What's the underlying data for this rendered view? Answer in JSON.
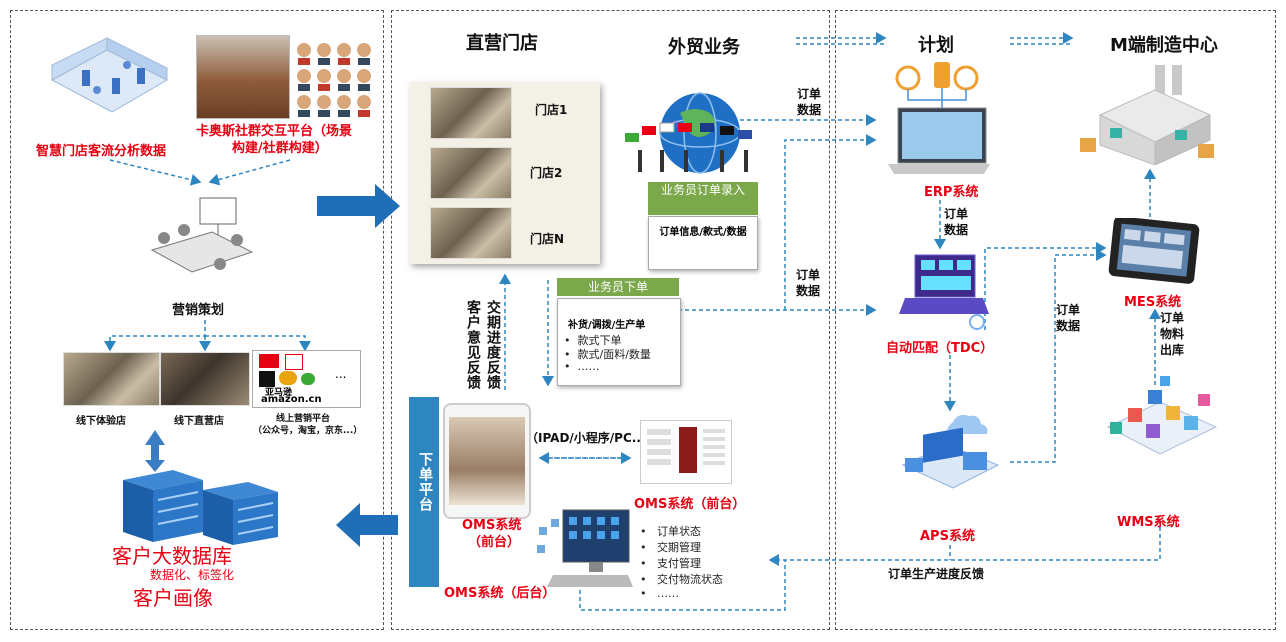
{
  "sections": {
    "direct_store": "直营门店",
    "foreign_trade": "外贸业务",
    "plan": "计划",
    "manufacturing": "M端制造中心"
  },
  "left": {
    "smart_store": "智慧门店客流分析数据",
    "caos_platform_1": "卡奥斯社群交互平台（场景",
    "caos_platform_2": "构建/社群构建）",
    "marketing": "营销策划",
    "offline_experience": "线下体验店",
    "offline_direct": "线下直营店",
    "online_1": "线上营销平台",
    "online_2": "（公众号，淘宝，京东...）",
    "more": "...",
    "amazon": "amazon.cn",
    "amazon_cn": "亚马逊",
    "bigdata_title": "客户大数据库",
    "bigdata_sub": "数据化、标签化",
    "portrait": "客户画像"
  },
  "stores": [
    "门店1",
    "门店2",
    "门店N"
  ],
  "trade": {
    "order_entry": "业务员订单录入",
    "order_info": "订单信息/款式/数据"
  },
  "sales_order": {
    "header": "业务员下单",
    "title": "补货/调拨/生产单",
    "items": [
      "款式下单",
      "款式/面料/数量",
      "……"
    ]
  },
  "feedback": {
    "customer": "客户意见反馈",
    "delivery": "交期进度反馈"
  },
  "platform": {
    "label": "下单平台",
    "devices": "（IPAD/小程序/PC...）",
    "oms_front_a": "OMS系统（前台）",
    "oms_front_b_1": "OMS系统",
    "oms_front_b_2": "（前台）",
    "oms_back": "OMS系统（后台）",
    "status_items": [
      "订单状态",
      "交期管理",
      "支付管理",
      "交付物流状态",
      "……"
    ]
  },
  "systems": {
    "erp": "ERP系统",
    "tdc": "自动匹配（TDC）",
    "aps": "APS系统",
    "mes": "MES系统",
    "wms": "WMS系统"
  },
  "labels": {
    "order_data_1": "订单数据",
    "order_data_2": "订单数据",
    "order_data_3": "订单数据",
    "order_data_4": "订单数据",
    "material_out": "订单物料出库",
    "progress_feedback": "订单生产进度反馈"
  },
  "colors": {
    "red": "#e60012",
    "blue": "#1f6fb8",
    "arrow": "#2e86c1",
    "green": "#7aa84a"
  }
}
